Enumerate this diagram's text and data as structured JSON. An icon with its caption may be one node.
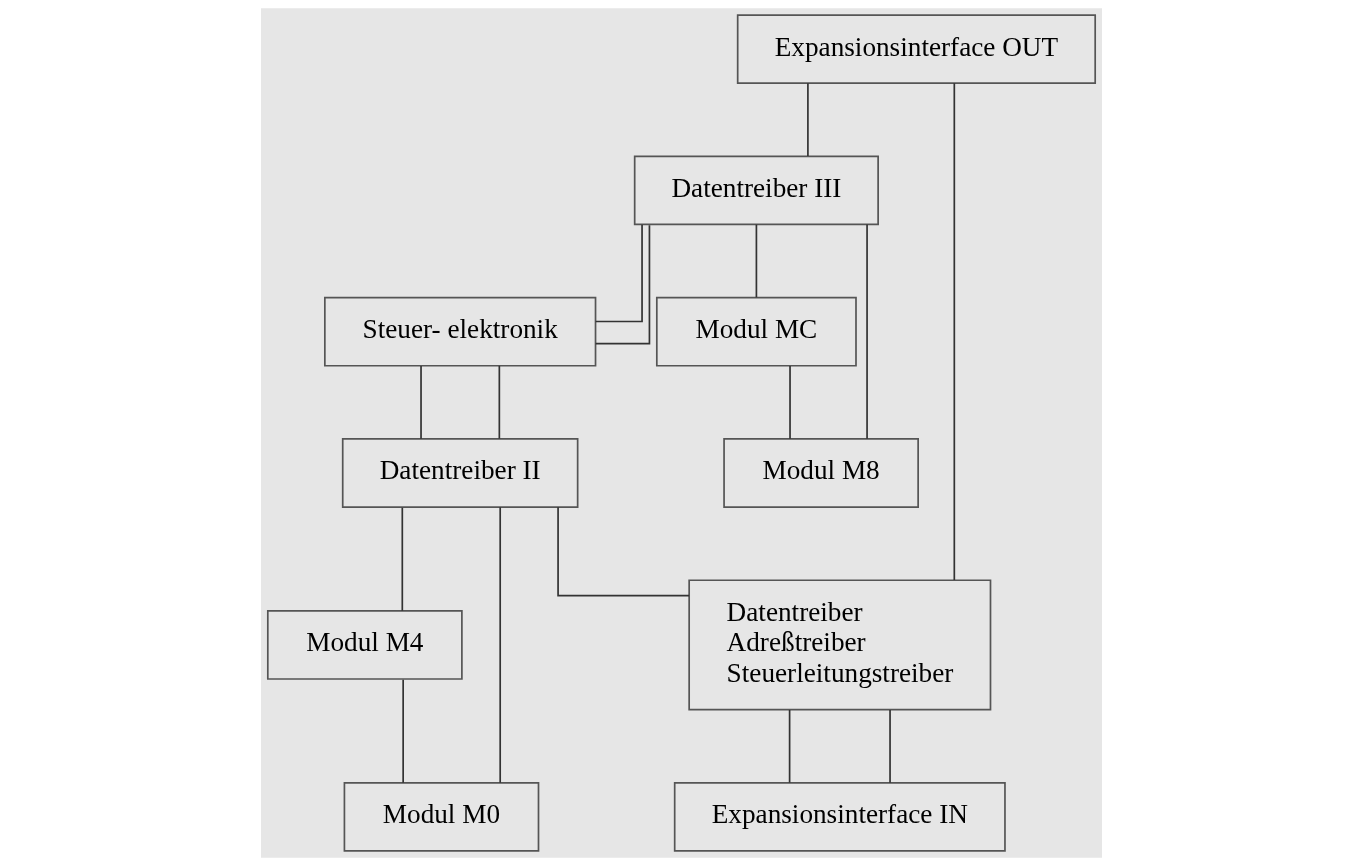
{
  "diagram": {
    "nodes": [
      {
        "text": [
          "Expansionsinterface OUT"
        ]
      },
      {
        "text": [
          "Datentreiber III"
        ]
      },
      {
        "text": [
          "Steuer- elektronik"
        ]
      },
      {
        "text": [
          "Modul MC"
        ]
      },
      {
        "text": [
          "Modul M8"
        ]
      },
      {
        "text": [
          "Datentreiber II"
        ]
      },
      {
        "text": [
          "Modul M4"
        ]
      },
      {
        "text": [
          "Modul M0"
        ]
      },
      {
        "text": [
          "Datentreiber",
          "Adreßtreiber",
          "Steuerleitungstreiber"
        ]
      },
      {
        "text": [
          "Expansionsinterface IN"
        ]
      }
    ],
    "edges": [
      {
        "from": 0,
        "to": 8,
        "arrow": "none"
      },
      {
        "from": 0,
        "to": 1,
        "arrow": "none"
      },
      {
        "from": 1,
        "to": 2,
        "arrow": "none"
      },
      {
        "from": 2,
        "to": 5,
        "arrow": "none"
      },
      {
        "from": 5,
        "to": 8,
        "arrow": "none"
      },
      {
        "from": 2,
        "to": 1,
        "arrow": "none"
      },
      {
        "from": 2,
        "to": 5,
        "arrow": "none"
      },
      {
        "from": 1,
        "to": 3,
        "arrow": "none"
      },
      {
        "from": 1,
        "to": 4,
        "arrow": "none"
      },
      {
        "from": 3,
        "to": 4,
        "arrow": "none"
      },
      {
        "from": 5,
        "to": 6,
        "arrow": "none"
      },
      {
        "from": 5,
        "to": 7,
        "arrow": "none"
      },
      {
        "from": 6,
        "to": 7,
        "arrow": "none"
      },
      {
        "from": 8,
        "to": 9,
        "arrow": "none"
      },
      {
        "from": 8,
        "to": 9,
        "arrow": "none"
      }
    ]
  }
}
